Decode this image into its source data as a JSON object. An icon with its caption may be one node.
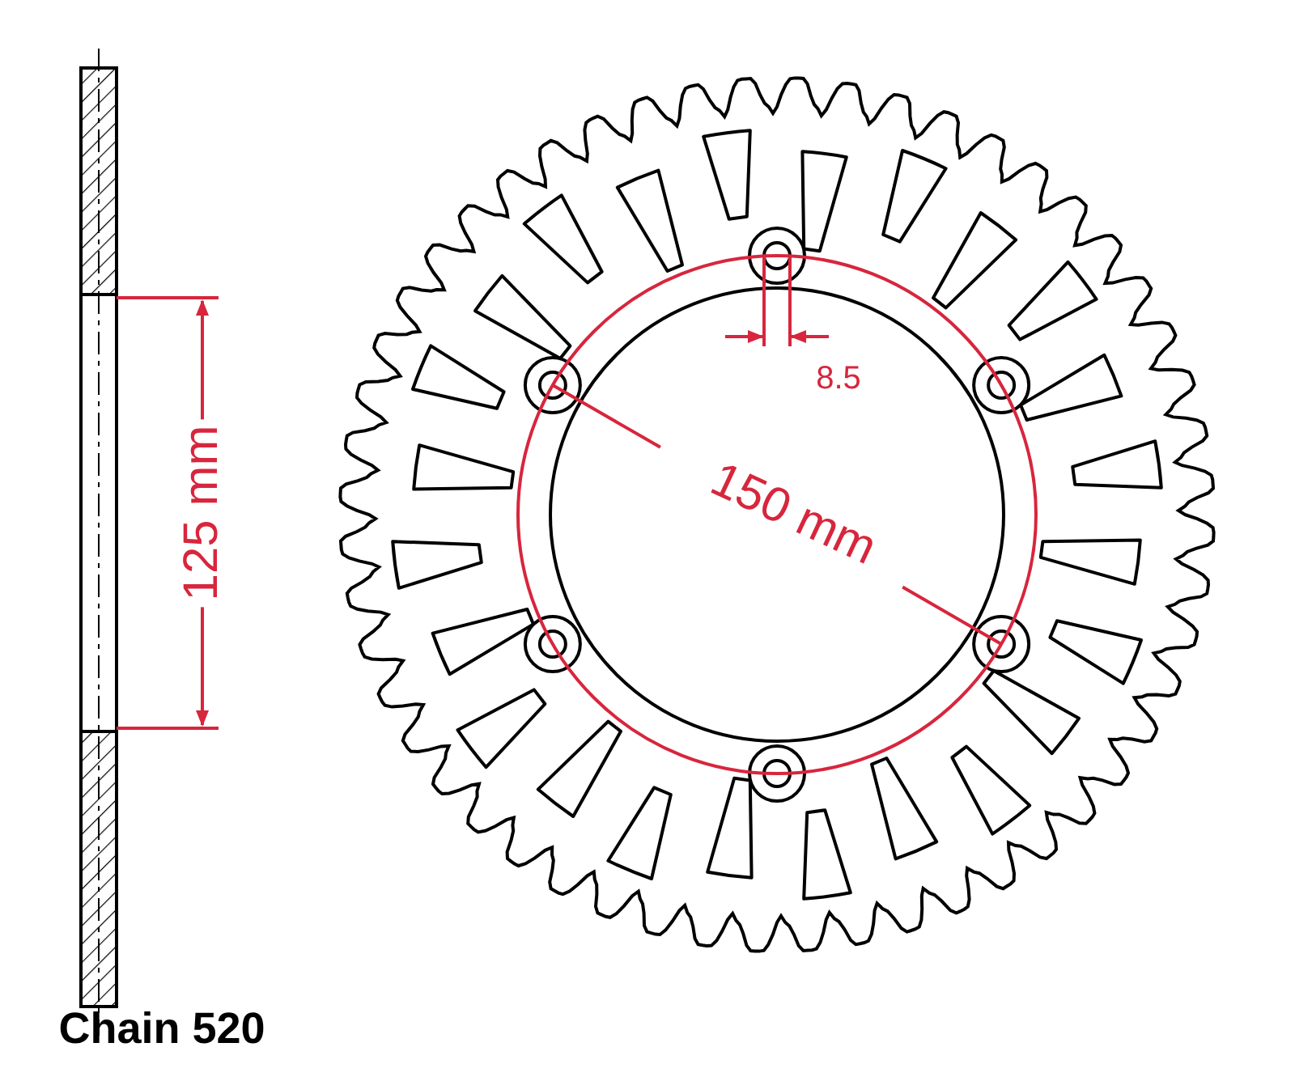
{
  "diagram": {
    "labels": [
      "125 mm",
      "8.5",
      "150 mm",
      "Chain 520"
    ]
  }
}
